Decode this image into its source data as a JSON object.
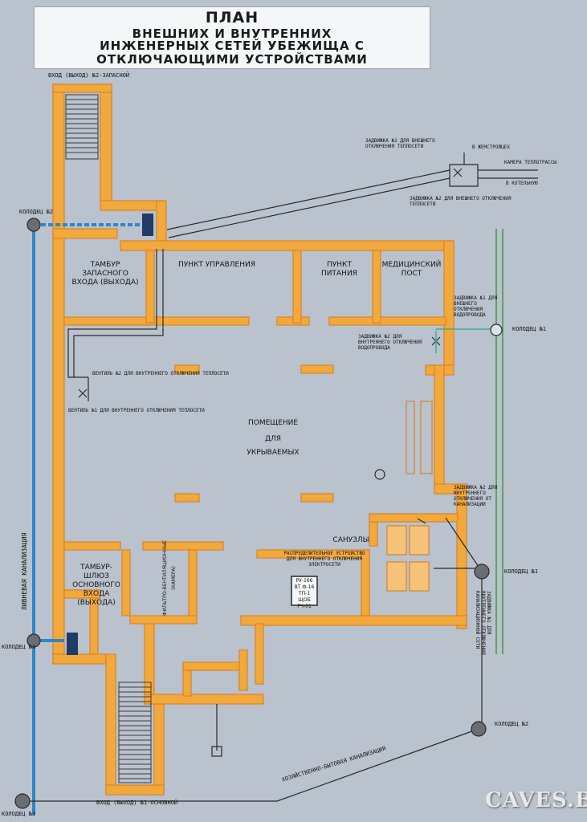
{
  "title": {
    "line1": "ПЛАН",
    "line2": "ВНЕШНИХ И ВНУТРЕННИХ",
    "line3": "ИНЖЕНЕРНЫХ СЕТЕЙ УБЕЖИЩА С",
    "line4": "ОТКЛЮЧАЮЩИМИ УСТРОЙСТВАМИ"
  },
  "rooms": {
    "reserve_vestibule": "ТАМБУР ЗАПАСНОГО ВХОДА (ВЫХОДА)",
    "control_point": "ПУНКТ УПРАВЛЕНИЯ",
    "food_point": "ПУНКТ ПИТАНИЯ",
    "medical_post": "МЕДИЦИНСКИЙ ПОСТ",
    "main_hall_1": "ПОМЕЩЕНИЕ",
    "main_hall_2": "ДЛЯ",
    "main_hall_3": "УКРЫВАЕМЫХ",
    "main_vestibule": "ТАМБУР-ШЛЮЗ ОСНОВНОГО ВХОДА (ВЫХОДА)",
    "filter_chamber": "ФИЛЬТРО-ВЕНТИЛЯЦИОННЫЕ (КАМЕРА)",
    "sanitary": "САНУЗЛЫ",
    "switchboard": "РУ-166 ВТ Ф-16 ТП-1 ЩОБ РЧ-01"
  },
  "labels": {
    "reserve_entrance": "ВХОД (ВЫХОД) №2-ЗАПАСНОЙ",
    "main_entrance": "ВХОД (ВЫХОД) №1-ОСНОВНОЙ",
    "well_2_left": "КОЛОДЕЦ №2",
    "well_1_left": "КОЛОДЕЦ №1",
    "well_3": "КОЛОДЕЦ №3",
    "well_1_water": "КОЛОДЕЦ №1",
    "well_1_sewer": "КОЛОДЕЦ №1",
    "well_2_sewer": "КОЛОДЕЦ №2",
    "valve_heat_1": "ЗАДВИЖКА №1 ДЛЯ ВНЕШНЕГО ОТКЛЮЧЕНИЯ ТЕПЛОСЕТИ",
    "valve_heat_2": "ЗАДВИЖКА №2 ДЛЯ ВНЕШНЕГО ОТКЛЮЧЕНИЯ ТЕПЛОСЕТИ",
    "to_building": "В ЖЕМСТРОЙЦЕХ",
    "heat_chamber": "КАМЕРА ТЕПЛОТРАССЫ",
    "to_boiler": "В КОТЕЛЬНУЮ",
    "valve_water_1": "ЗАДВИЖКА №1 ДЛЯ ВНЕШНЕГО ОТКЛЮЧЕНИЯ ВОДОПРОВОДА",
    "valve_water_2": "ЗАДВИЖКА №2 ДЛЯ ВНУТРЕННЕГО ОТКЛЮЧЕНИЯ ВОДОПРОВОДА",
    "vent_2": "ВЕНТИЛЬ №2 ДЛЯ ВНУТРЕННЕГО ОТКЛЮЧЕНИЯ ТЕПЛОСЕТИ",
    "vent_1": "ВЕНТИЛЬ №1 ДЛЯ ВНУТРЕННЕГО ОТКЛЮЧЕНИЯ ТЕПЛОСЕТИ",
    "valve_sewer_2": "ЗАДВИЖКА №2 ДЛЯ ВНУТРЕННЕГО ОТКЛЮЧЕНИЯ ОТ КАНАЛИЗАЦИИ",
    "valve_sewer_1": "ЗАДВИЖКА №1 ДЛЯ ВНУТРЕННЕГО ОТКЛЮЧЕНИЯ КАНАЛИЗАЦИОННОЙ СЕТИ",
    "dist_device": "РАСПРЕДЕЛИТЕЛЬНОЕ УСТРОЙСТВО ДЛЯ ВНУТРЕННЕГО ОТКЛЮЧЕНИЯ ЭЛЕКТРОСЕТИ",
    "storm_sewer": "ЛИВНЕВАЯ КАНАЛИЗАЦИЯ",
    "domestic_sewer": "ХОЗЯЙСТВЕННО-БЫТОВАЯ КАНАЛИЗАЦИЯ"
  },
  "watermark": "CAVES.BY",
  "colors": {
    "background": "#b9c2cd",
    "wall": "#f2a93c",
    "wall_edge": "#d9832a",
    "storm_pipe": "#2f86c8",
    "heat_pipe": "#2a2a2a",
    "water_pipe": "#3fae9a",
    "cable": "#3f9a3f",
    "well": "#6a6d72"
  }
}
